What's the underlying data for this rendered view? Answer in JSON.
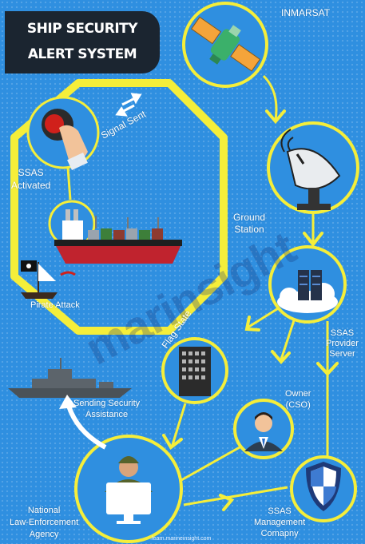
{
  "title": {
    "line1": "SHIP SECURITY",
    "line2": "ALERT SYSTEM"
  },
  "labels": {
    "inmarsat": "INMARSAT",
    "signal_sent": "Signal Sent",
    "ssas_activated_1": "SSAS",
    "ssas_activated_2": "Activated",
    "ground_station_1": "Ground",
    "ground_station_2": "Station",
    "pirate_attack": "Pirate Attack",
    "flag_state": "Flag State",
    "provider_1": "SSAS",
    "provider_2": "Provider",
    "provider_3": "Server",
    "owner_1": "Owner",
    "owner_2": "(CSO)",
    "sending_1": "Sending  Security",
    "sending_2": "Assistance",
    "nlea_1": "National",
    "nlea_2": "Law-Enforcement",
    "nlea_3": "Agency",
    "mgmt_1": "SSAS",
    "mgmt_2": "Management",
    "mgmt_3": "Comapny"
  },
  "watermark": "marinsight",
  "footer_url": "learn.marineinsight.com",
  "colors": {
    "accent": "#f5ee3a",
    "background": "#2f8fe0",
    "title_bg": "#1b2530"
  },
  "icons": [
    "satellite-icon",
    "dish-antenna-icon",
    "server-cloud-icon",
    "building-icon",
    "businessman-icon",
    "shield-icon",
    "soldier-computer-icon",
    "alarm-button-icon",
    "cargo-ship-icon",
    "pirate-flag-icon",
    "warship-icon",
    "exchange-arrows-icon"
  ]
}
